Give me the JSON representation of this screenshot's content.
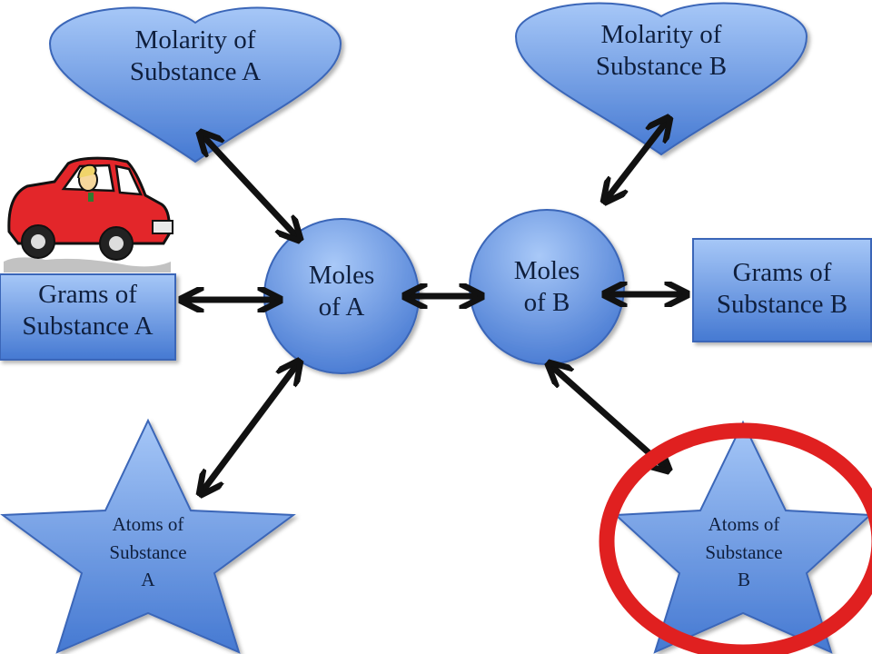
{
  "nodes": {
    "molarity_a": {
      "label": "Molarity of\nSubstance A"
    },
    "molarity_b": {
      "label": "Molarity of\nSubstance B"
    },
    "moles_a": {
      "label": "Moles\nof A"
    },
    "moles_b": {
      "label": "Moles\nof B"
    },
    "grams_a": {
      "label": "Grams of\nSubstance A"
    },
    "grams_b": {
      "label": "Grams of\nSubstance B"
    },
    "atoms_a": {
      "label": "Atoms of\nSubstance\nA"
    },
    "atoms_b": {
      "label": "Atoms of\nSubstance\nB"
    }
  },
  "colors": {
    "shape_top": "#9ec0f6",
    "shape_bottom": "#4a7ed6",
    "shape_border": "#3a66b8",
    "arrow": "#111111",
    "highlight_ring": "#e02020",
    "car_body": "#e3262a"
  },
  "decorations": {
    "car_image": "cartoon-car-icon",
    "highlight": "red-circle-highlight"
  }
}
